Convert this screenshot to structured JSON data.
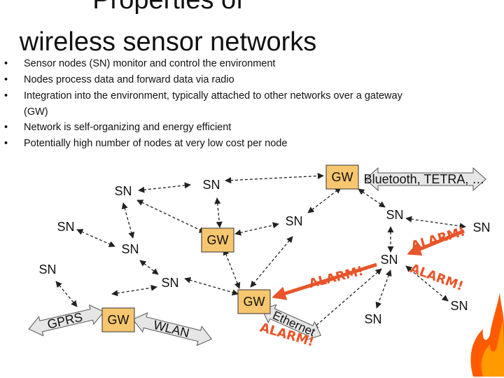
{
  "slide": {
    "title_line1": "Properties of",
    "title_line2": "wireless sensor networks",
    "bullets": [
      "Sensor nodes (SN) monitor and control the environment",
      "Nodes process data and forward data via radio",
      "Integration into the environment, typically attached to other networks over a gateway",
      "(GW)",
      "Network is self-organizing and energy efficient",
      "Potentially high number of nodes at very low cost per node"
    ]
  },
  "diagram": {
    "node_label_sn": "SN",
    "node_label_gw": "GW",
    "bluetooth_label": "Bluetooth, TETRA, …",
    "gprs_label": "GPRS",
    "wlan_label": "WLAN",
    "ethernet_label": "Ethernet",
    "alarm_label": "ALARM!",
    "colors": {
      "gateway_fill": "#f7c66e",
      "alarm": "#e8552b",
      "fire_outer": "#ff5a00",
      "fire_inner": "#ff9a00"
    }
  }
}
